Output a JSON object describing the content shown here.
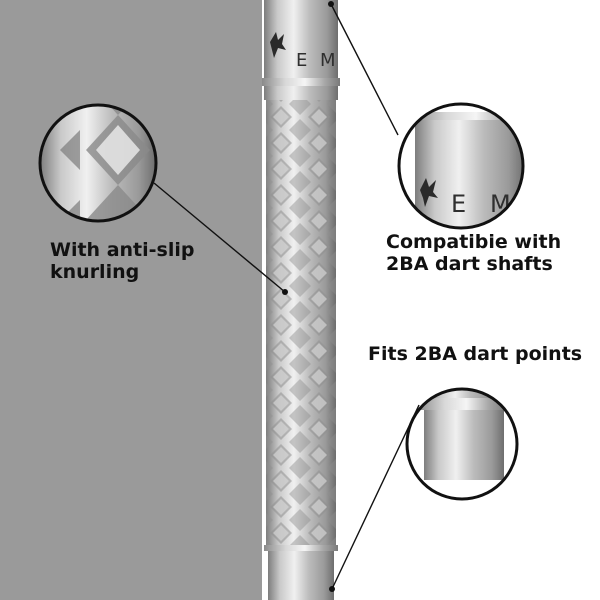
{
  "palette": {
    "left_background": "#9a9a9a",
    "right_background": "#ffffff",
    "metal_light": "#e6e6e6",
    "metal_mid": "#b9b9b9",
    "metal_dark": "#7d7d7d",
    "leader_line": "#111111"
  },
  "barrel_engraving": {
    "letters": [
      "E",
      "M"
    ],
    "logo_icon": "eagle-crest-icon"
  },
  "callouts": {
    "knurling": {
      "lines": [
        "With anti-slip",
        "knurling"
      ]
    },
    "shafts": {
      "lines": [
        "Compatibie with",
        "2BA dart shafts"
      ]
    },
    "points": {
      "lines": [
        "Fits 2BA dart points"
      ]
    }
  }
}
